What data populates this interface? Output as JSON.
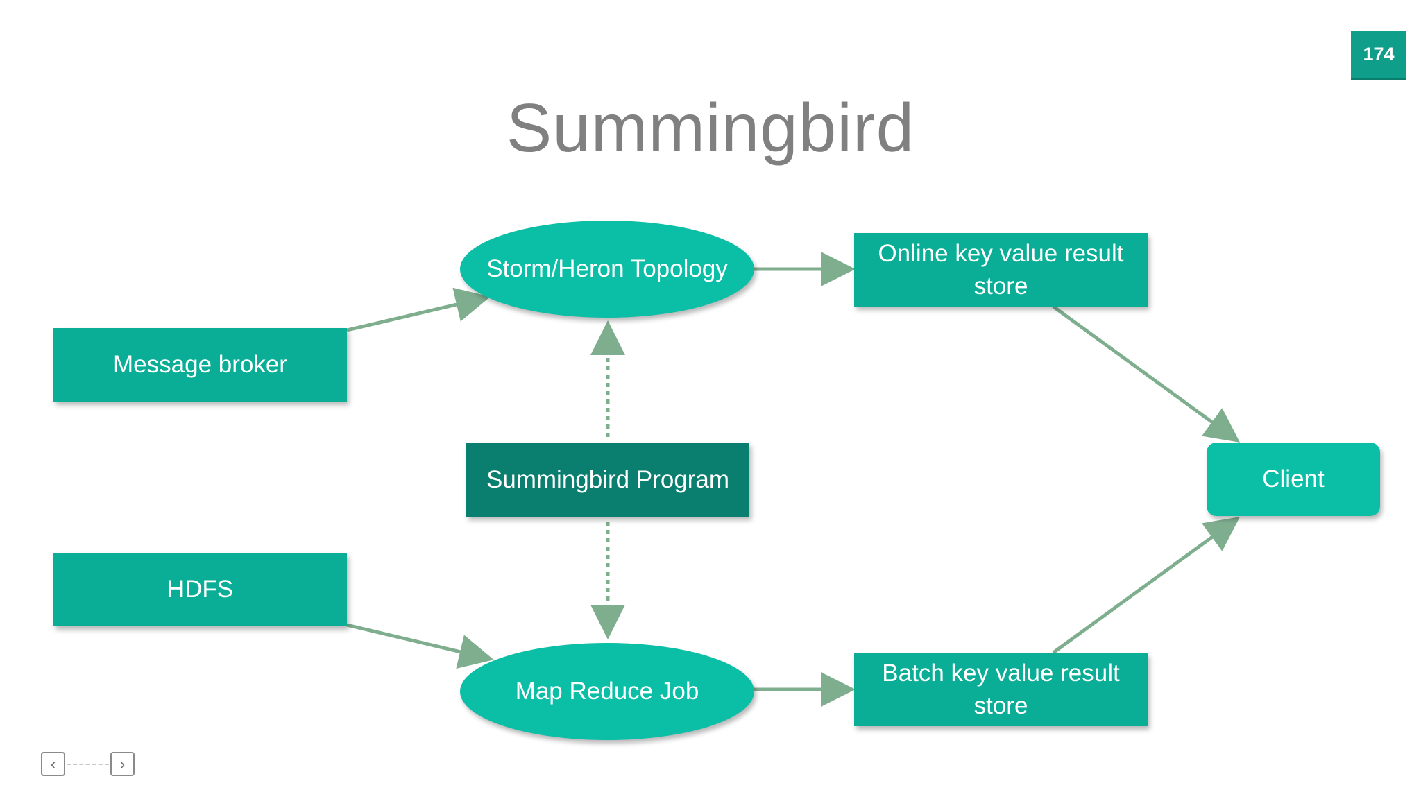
{
  "slide": {
    "page_number": "174",
    "title": "Summingbird"
  },
  "nodes": {
    "message_broker": "Message broker",
    "hdfs": "HDFS",
    "storm_heron_topology": "Storm/Heron Topology",
    "map_reduce_job": "Map Reduce Job",
    "summingbird_program": "Summingbird Program",
    "online_store": "Online key value result store",
    "batch_store": "Batch key value result store",
    "client": "Client"
  },
  "edges": [
    {
      "from": "message_broker",
      "to": "storm_heron_topology",
      "style": "solid"
    },
    {
      "from": "hdfs",
      "to": "map_reduce_job",
      "style": "solid"
    },
    {
      "from": "storm_heron_topology",
      "to": "online_store",
      "style": "solid"
    },
    {
      "from": "map_reduce_job",
      "to": "batch_store",
      "style": "solid"
    },
    {
      "from": "online_store",
      "to": "client",
      "style": "solid"
    },
    {
      "from": "batch_store",
      "to": "client",
      "style": "solid"
    },
    {
      "from": "summingbird_program",
      "to": "storm_heron_topology",
      "style": "dotted"
    },
    {
      "from": "summingbird_program",
      "to": "map_reduce_job",
      "style": "dotted"
    }
  ],
  "navigation": {
    "prev_icon": "chevron-left-icon",
    "next_icon": "chevron-right-icon"
  },
  "colors": {
    "node_fill": "#0aae96",
    "ellipse_fill": "#0bbfa6",
    "program_fill": "#0a7f70",
    "edge_color": "#7fae8f",
    "title_color": "#808080",
    "badge_fill": "#0f9e8a"
  }
}
